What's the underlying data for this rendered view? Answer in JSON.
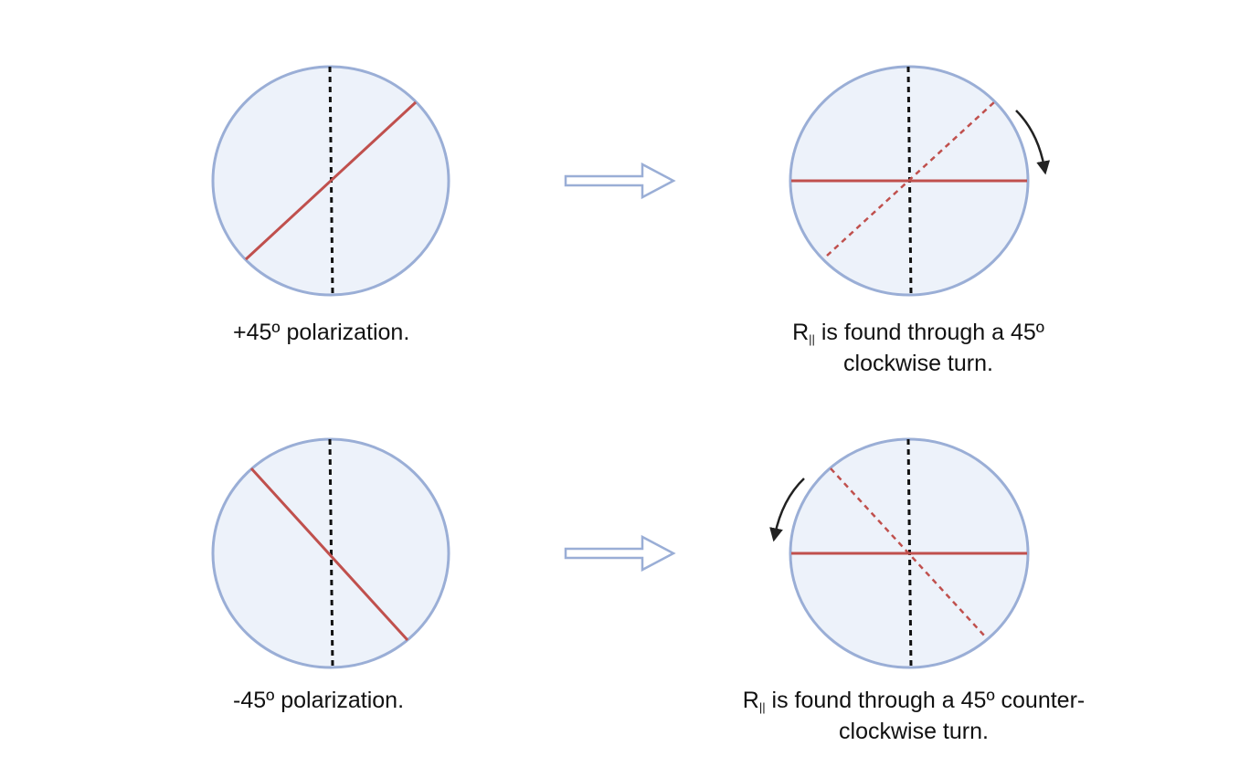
{
  "panels": {
    "top_left": {
      "caption": "+45º polarization."
    },
    "top_right": {
      "caption_prefix": "R",
      "caption_subscript": "||",
      "caption_line1_rest": " is found through a 45º",
      "caption_line2": "clockwise turn."
    },
    "bottom_left": {
      "caption": "-45º polarization."
    },
    "bottom_right": {
      "caption_prefix": "R",
      "caption_subscript": "||",
      "caption_line1_rest": " is found through a 45º counter-",
      "caption_line2": "clockwise turn."
    }
  },
  "colors": {
    "circle_fill": "#edf2fa",
    "circle_stroke": "#9aaed6",
    "polarization_line": "#c0504d",
    "axis_line": "#111111",
    "arrow_outline": "#9aaed6",
    "rotation_arrow": "#222222"
  }
}
